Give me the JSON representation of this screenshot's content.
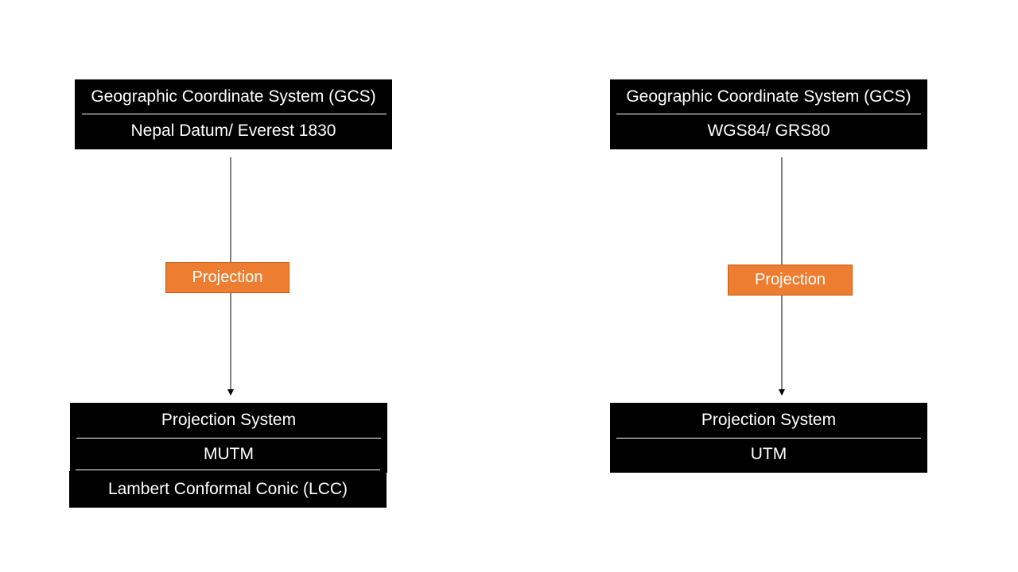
{
  "colors": {
    "box_fill": "#000000",
    "box_text": "#ffffff",
    "projection_fill": "#ed7d31",
    "projection_border": "#c55a11",
    "arrow": "#000000"
  },
  "left": {
    "source": {
      "title": "Geographic Coordinate System (GCS)",
      "datum": "Nepal Datum/ Everest 1830"
    },
    "projection_label": "Projection",
    "target": {
      "title": "Projection System",
      "system": "MUTM",
      "alt_system": "Lambert Conformal Conic (LCC)"
    }
  },
  "right": {
    "source": {
      "title": "Geographic Coordinate System (GCS)",
      "datum": "WGS84/ GRS80"
    },
    "projection_label": "Projection",
    "target": {
      "title": "Projection System",
      "system": "UTM"
    }
  }
}
